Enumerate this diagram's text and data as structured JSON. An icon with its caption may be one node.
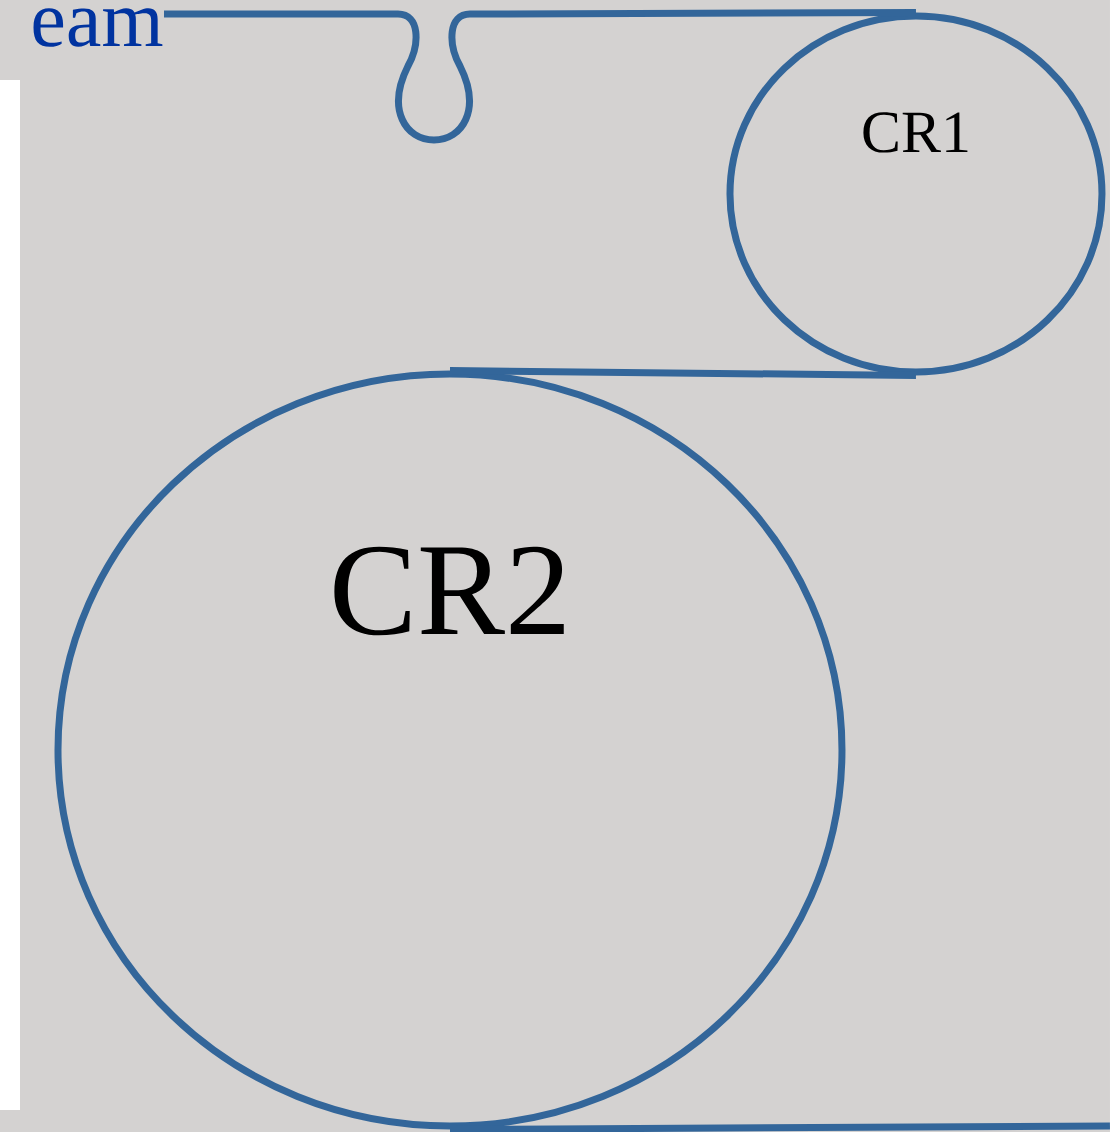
{
  "diagram": {
    "nodes": [
      {
        "text": [
          "eam"
        ]
      },
      {
        "text": [
          "CR1"
        ]
      },
      {
        "text": [
          "CR2"
        ]
      }
    ],
    "edges": [
      {
        "from": 0,
        "to": 1,
        "arrow": "none"
      },
      {
        "from": 2,
        "to": 1,
        "arrow": "none"
      },
      {
        "from": 2,
        "to": null,
        "arrow": "none"
      }
    ]
  }
}
